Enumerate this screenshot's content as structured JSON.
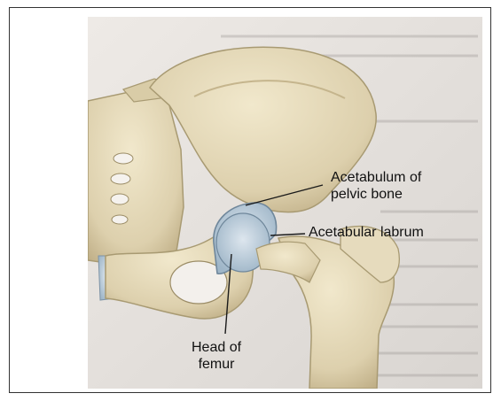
{
  "labels": {
    "acetabulum": {
      "line1": "Acetabulum of",
      "line2": "pelvic bone"
    },
    "labrum": {
      "text": "Acetabular labrum"
    },
    "head": {
      "line1": "Head of",
      "line2": "femur"
    }
  },
  "colors": {
    "bone": "#e4d8b8",
    "bone_shadow": "#bfae86",
    "cartilage": "#b9cbd8",
    "background_page": "#e9e6e4",
    "leader_line": "#1a1a1a"
  }
}
